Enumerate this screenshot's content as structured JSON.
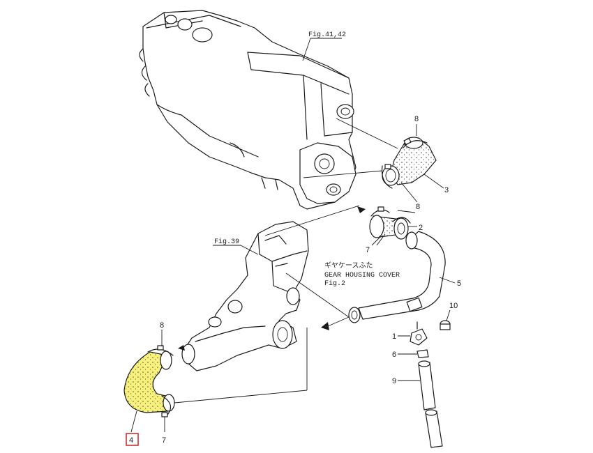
{
  "figure_refs": {
    "engine": "Fig.41,42",
    "water_pump": "Fig.39",
    "gear_housing": "Fig.2"
  },
  "gear_housing_label": {
    "japanese": "ギヤケースふた",
    "english": "GEAR HOUSING COVER"
  },
  "callouts": {
    "p1": "1",
    "p2": "2",
    "p3": "3",
    "p4": "4",
    "p5": "5",
    "p6": "6",
    "p7_upper": "7",
    "p7_lower": "7",
    "p8_top": "8",
    "p8_mid": "8",
    "p8_left": "8",
    "p9": "9",
    "p10": "10"
  },
  "colors": {
    "highlight_fill": "#f7f07a",
    "highlight_box": "#cc2222",
    "line": "#1a1a1a"
  },
  "icons": {
    "arrow": "flow-arrow-icon",
    "stipple": "rubber-texture"
  }
}
